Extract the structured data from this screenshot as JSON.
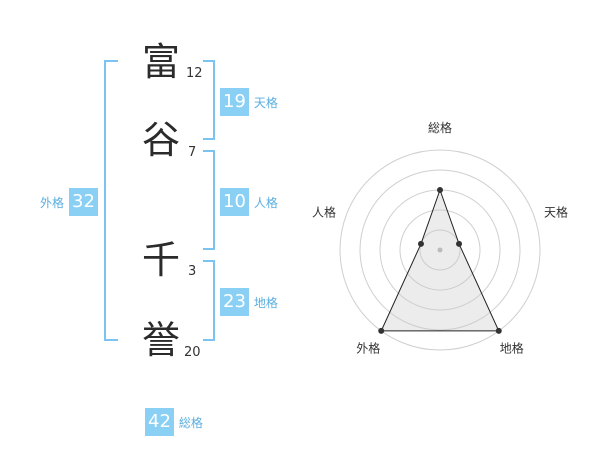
{
  "name": {
    "chars": [
      {
        "char": "富",
        "strokes": "12"
      },
      {
        "char": "谷",
        "strokes": "7"
      },
      {
        "char": "千",
        "strokes": "3"
      },
      {
        "char": "誉",
        "strokes": "20"
      }
    ]
  },
  "scores": {
    "tenkaku": {
      "value": "19",
      "label": "天格"
    },
    "jinkaku": {
      "value": "10",
      "label": "人格"
    },
    "chikaku": {
      "value": "23",
      "label": "地格"
    },
    "gaikaku": {
      "value": "32",
      "label": "外格"
    },
    "soukaku": {
      "value": "42",
      "label": "総格"
    }
  },
  "chart_data": {
    "type": "radar",
    "axes": [
      "総格",
      "天格",
      "地格",
      "外格",
      "人格"
    ],
    "values": [
      3,
      1,
      5,
      5,
      1
    ],
    "max": 5,
    "rings": 5
  }
}
